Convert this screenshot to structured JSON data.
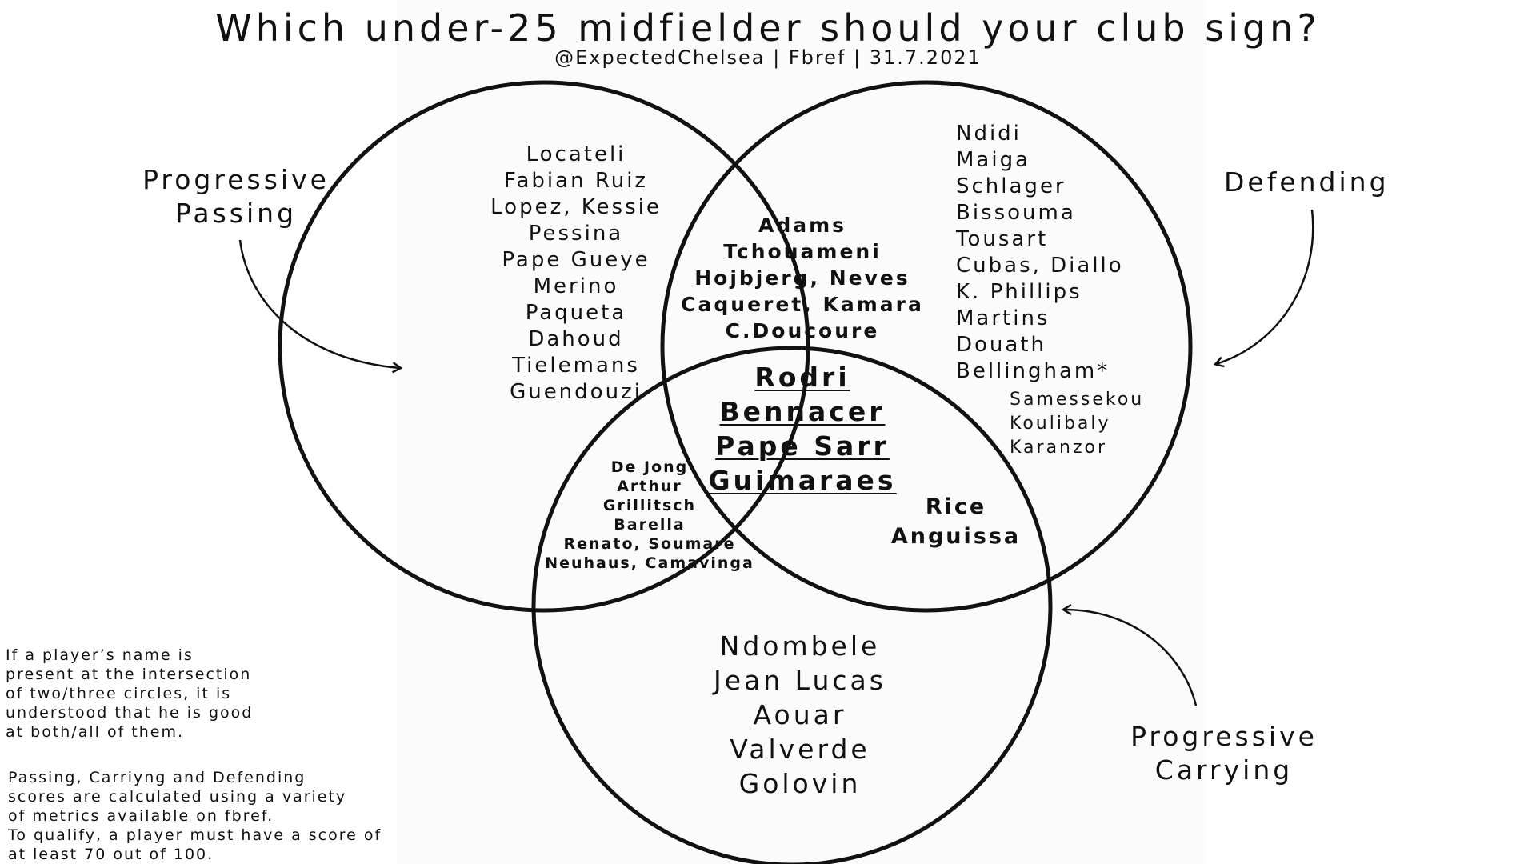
{
  "title": "Which under-25 midfielder should your club sign?",
  "subtitle": "@ExpectedChelsea | Fbref | 31.7.2021",
  "labels": {
    "passing": [
      "Progressive",
      "Passing"
    ],
    "defending": "Defending",
    "carrying": [
      "Progressive",
      "Carrying"
    ]
  },
  "sets": {
    "passing_only": [
      "Locateli",
      "Fabian Ruiz",
      "Lopez, Kessie",
      "Pessina",
      "Pape Gueye",
      "Merino",
      "Paqueta",
      "Dahoud",
      "Tielemans",
      "Guendouzi"
    ],
    "defending_only": [
      "Ndidi",
      "Maiga",
      "Schlager",
      "Bissouma",
      "Tousart",
      "Cubas, Diallo",
      "K. Phillips",
      "Martins",
      "Douath",
      "Bellingham*"
    ],
    "defending_only_extra": [
      "Samessekou",
      "Koulibaly",
      "Karanzor"
    ],
    "passing_defending": [
      "Adams",
      "Tchouameni",
      "Hojbjerg, Neves",
      "Caqueret, Kamara",
      "C.Doucoure"
    ],
    "all_three": [
      "Rodri",
      "Bennacer",
      "Pape Sarr",
      "Guimaraes"
    ],
    "passing_carrying": [
      "De Jong",
      "Arthur",
      "Grillitsch",
      "Barella",
      "Renato, Soumare",
      "Neuhaus, Camavinga"
    ],
    "defending_carrying": [
      "Rice",
      "Anguissa"
    ],
    "carrying_only": [
      "Ndombele",
      "Jean Lucas",
      "Aouar",
      "Valverde",
      "Golovin"
    ]
  },
  "notes": {
    "intersection": [
      "If a player’s name is",
      "present at the intersection",
      "of two/three circles, it is",
      "understood that he is good",
      "at both/all of them."
    ],
    "scoring": [
      "Passing, Carriyng and Defending",
      "scores are calculated using a variety",
      "of metrics available on fbref.",
      "To qualify, a player must have a score of",
      "at least 70 out of 100."
    ]
  }
}
